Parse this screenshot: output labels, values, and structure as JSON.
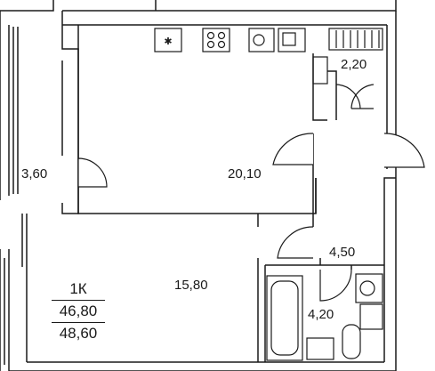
{
  "plan": {
    "rooms": {
      "loggia": {
        "area": "3,60"
      },
      "kitchen_living": {
        "area": "20,10"
      },
      "bedroom": {
        "area": "15,80"
      },
      "wardrobe": {
        "area": "2,20"
      },
      "hall": {
        "area": "4,50"
      },
      "bathroom": {
        "area": "4,20"
      }
    },
    "apartment": {
      "type": "1К",
      "living_area": "46,80",
      "total_area": "48,60"
    },
    "colors": {
      "wall": "#1a1a1a",
      "background": "#ffffff"
    }
  }
}
